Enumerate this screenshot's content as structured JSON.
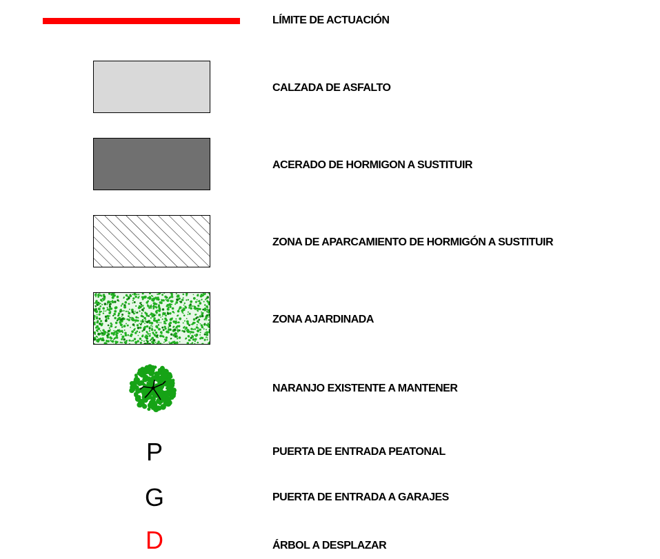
{
  "legend": {
    "items": [
      {
        "id": "limite",
        "label": "LÍMITE DE ACTUACIÓN"
      },
      {
        "id": "calzada",
        "label": "CALZADA DE ASFALTO"
      },
      {
        "id": "acerado",
        "label": "ACERADO DE HORMIGON A SUSTITUIR"
      },
      {
        "id": "aparcamiento",
        "label": "ZONA DE APARCAMIENTO DE HORMIGÓN A SUSTITUIR"
      },
      {
        "id": "ajardinada",
        "label": "ZONA AJARDINADA"
      },
      {
        "id": "naranjo",
        "label": "NARANJO EXISTENTE A MANTENER"
      },
      {
        "id": "peatonal",
        "label": "PUERTA DE ENTRADA PEATONAL",
        "symbol": "P"
      },
      {
        "id": "garajes",
        "label": "PUERTA DE ENTRADA A GARAJES",
        "symbol": "G"
      },
      {
        "id": "desplazar",
        "label": "ÁRBOL A DESPLAZAR",
        "symbol": "D"
      }
    ]
  },
  "colors": {
    "limit_line": "#ff0000",
    "asphalt": "#d9d9d9",
    "sidewalk": "#707070",
    "garden_green": "#22b022",
    "tree_green": "#16a316",
    "letter_black": "#000000",
    "letter_red": "#ff0000"
  },
  "icons": [
    "red-line-icon",
    "light-gray-fill-icon",
    "dark-gray-fill-icon",
    "hatch-pattern-icon",
    "green-stipple-icon",
    "orange-tree-icon"
  ]
}
